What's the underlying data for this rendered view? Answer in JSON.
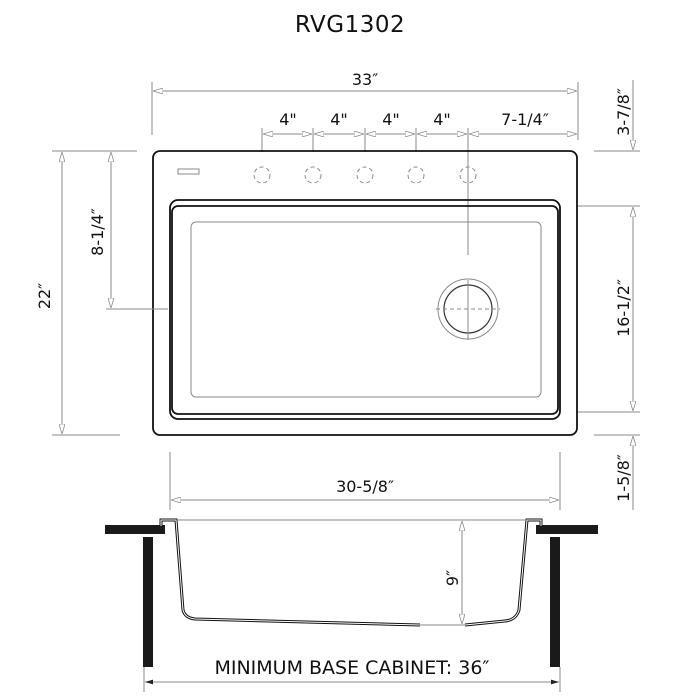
{
  "title": "RVG1302",
  "top_view": {
    "overall_width": "33″",
    "faucet_spacing": [
      "4\"",
      "4\"",
      "4\"",
      "4\""
    ],
    "drain_offset_right": "7-1/4″",
    "overall_depth": "22″",
    "front_to_drain": "8-1/4″",
    "back_to_bowl": "3-7/8″",
    "bowl_depth": "16-1/2″",
    "bowl_to_front": "1-5/8″",
    "faucet_holes": 5
  },
  "side_view": {
    "bowl_width": "30-5/8″",
    "bowl_depth": "9″",
    "min_cabinet": "MINIMUM BASE CABINET: 36″"
  },
  "colors": {
    "line": "#111111",
    "dimension": "#8a8a8a",
    "background": "#ffffff"
  }
}
